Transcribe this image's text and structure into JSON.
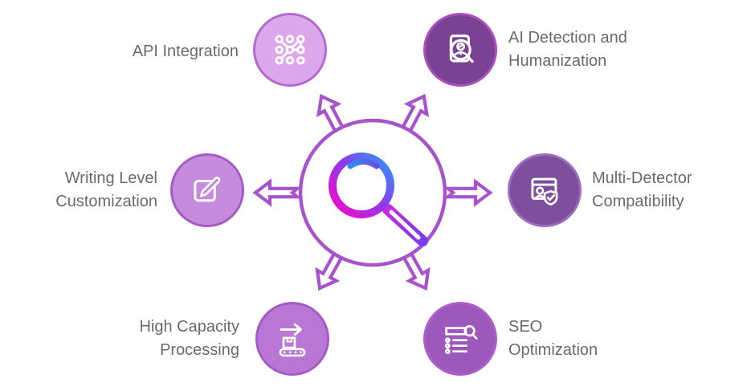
{
  "diagram": {
    "type": "hub-and-spoke-infographic",
    "background_color": "#ffffff",
    "label_text_color": "#6a6a6a",
    "center": {
      "icon": "magnifying-glass-icon",
      "hub_outline_color": "#a653cc",
      "arrow_outline_color": "#a653cc",
      "arrow_count": 6,
      "lens_gradient": [
        "#fb06c9",
        "#8a3ceb",
        "#2d9cf4"
      ],
      "handle_gradient": [
        "#c22be3",
        "#7b3beb"
      ]
    },
    "features": [
      {
        "id": "api-integration",
        "label": "API Integration",
        "icon": "network-nodes-icon",
        "circle_fill": "#dda7eb",
        "circle_border": "#b469d2",
        "position": "top-left"
      },
      {
        "id": "ai-detection-humanization",
        "label": "AI Detection and\nHumanization",
        "icon": "document-person-scan-icon",
        "circle_fill": "#7b4193",
        "circle_border": "#ab4fc0",
        "position": "top-right"
      },
      {
        "id": "writing-level-customization",
        "label": "Writing Level\nCustomization",
        "icon": "pencil-edit-icon",
        "circle_fill": "#c78bdd",
        "circle_border": "#a55bc7",
        "position": "middle-left"
      },
      {
        "id": "multi-detector-compatibility",
        "label": "Multi-Detector\nCompatibility",
        "icon": "browser-user-shield-icon",
        "circle_fill": "#7d4f9c",
        "circle_border": "#9f6bbe",
        "position": "middle-right"
      },
      {
        "id": "high-capacity-processing",
        "label": "High Capacity\nProcessing",
        "icon": "conveyor-box-arrow-icon",
        "circle_fill": "#b977d5",
        "circle_border": "#a35bc5",
        "position": "bottom-left"
      },
      {
        "id": "seo-optimization",
        "label": "SEO\nOptimization",
        "icon": "list-search-icon",
        "circle_fill": "#9c59bb",
        "circle_border": "#ae5ec8",
        "position": "bottom-right"
      }
    ]
  }
}
